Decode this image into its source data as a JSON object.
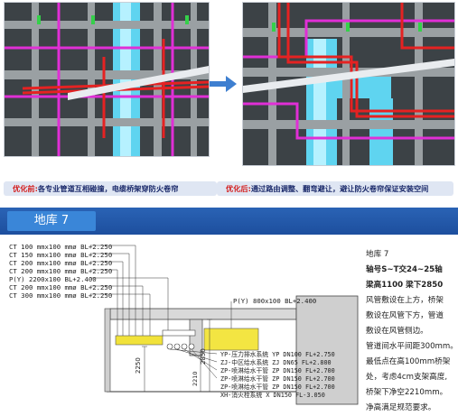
{
  "top": {
    "before_caption": {
      "tag": "优化前:",
      "text": "各专业管道互相碰撞，电缆桥架穿防火卷帘"
    },
    "after_caption": {
      "tag": "优化后:",
      "text": "通过路由调整、翻弯避让，避让防火卷帘保证安装空间"
    }
  },
  "section": {
    "title": "地库 7"
  },
  "drawing": {
    "left_labels": [
      "CT 100 mmx100 mmø BL+2.250",
      "CT 150 mmx100 mmø BL+2.250",
      "CT 200 mmx100 mmø BL+2.250",
      "CT 200 mmx100 mmø BL+2.250",
      "P(Y) 2200x100 BL+2.400",
      "CT 200 mmx100 mmø BL+2.250",
      "CT 300 mmx100 mmø BL+2.250"
    ],
    "right_label": "P(Y) 800x100 BL+2.400",
    "bottom_labels": [
      "YP-压力排水系统 YP DN100 FL+2.750",
      "ZJ-中区给水系统 ZJ DN65 FL+2.800",
      "ZP-喷淋给水干管 ZP DN150 FL+2.700",
      "ZP-喷淋给水干管 ZP DN150 FL+2.700",
      "ZP-喷淋给水干管 ZP DN150 FL+2.700",
      "XH-消火栓系统 X DN150 FL-3.050"
    ],
    "dims": {
      "left": "2250",
      "mid": "2850",
      "inner": "2210"
    }
  },
  "notes": {
    "title": "地库 7",
    "axis": "轴号S~T交24~25轴",
    "beam": "梁高1100  梁下2850",
    "lines": [
      "风管敷设在上方，桥架",
      "敷设在风管下方，管道",
      "敷设在风管侧边。",
      "管道间水平间距300mm。",
      "最低点在高100mm桥架",
      "处，考虑4cm支架高度,",
      "桥架下净空2210mm。",
      "净高满足规范要求。"
    ]
  },
  "colors": {
    "band": "#1d4f9e",
    "band_title": "#3a86d8",
    "caption_bg": "#dfe6f3",
    "caption_text": "#1b2a6b",
    "caption_tag": "#d31e1e"
  }
}
